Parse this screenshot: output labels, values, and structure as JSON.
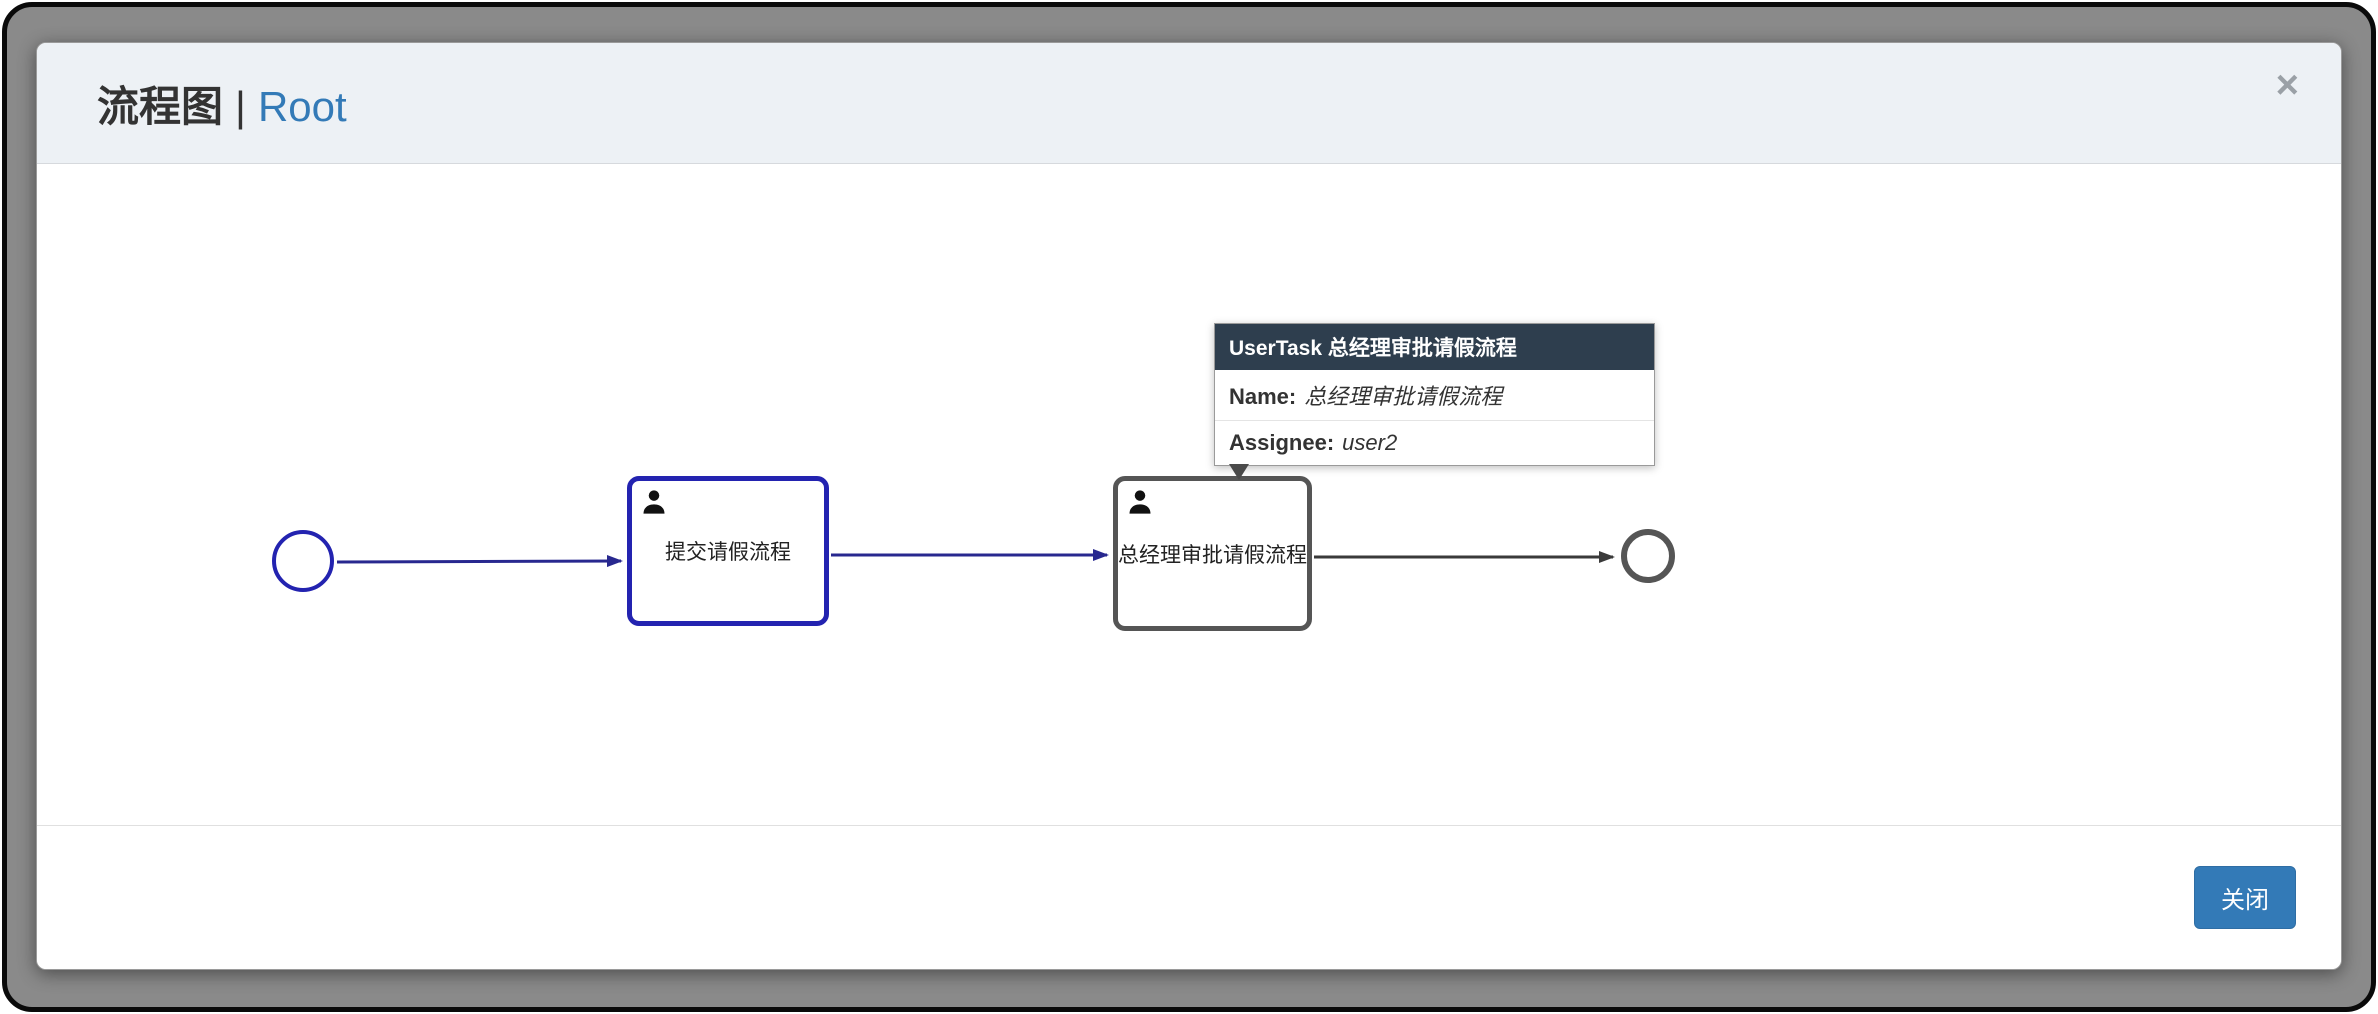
{
  "window": {
    "title": "流程图",
    "separator": "|",
    "title_link": "Root",
    "close_icon": "×"
  },
  "diagram": {
    "tasks": [
      {
        "label": "提交请假流程",
        "type": "user-task",
        "state": "highlighted"
      },
      {
        "label": "总经理审批请假流程",
        "type": "user-task",
        "state": "current"
      }
    ],
    "tooltip": {
      "title": "UserTask 总经理审批请假流程",
      "name_label": "Name:",
      "name_value": "总经理审批请假流程",
      "assignee_label": "Assignee:",
      "assignee_value": "user2"
    }
  },
  "footer": {
    "close_label": "关闭"
  },
  "colors": {
    "flow_highlight": "#28288f",
    "flow_normal": "#3a3a3a",
    "task_highlight_border": "#2323b0",
    "task_normal_border": "#555555",
    "tooltip_header_bg": "#2e3e4e",
    "link_blue": "#337ab7",
    "button_bg": "#337ab7"
  }
}
